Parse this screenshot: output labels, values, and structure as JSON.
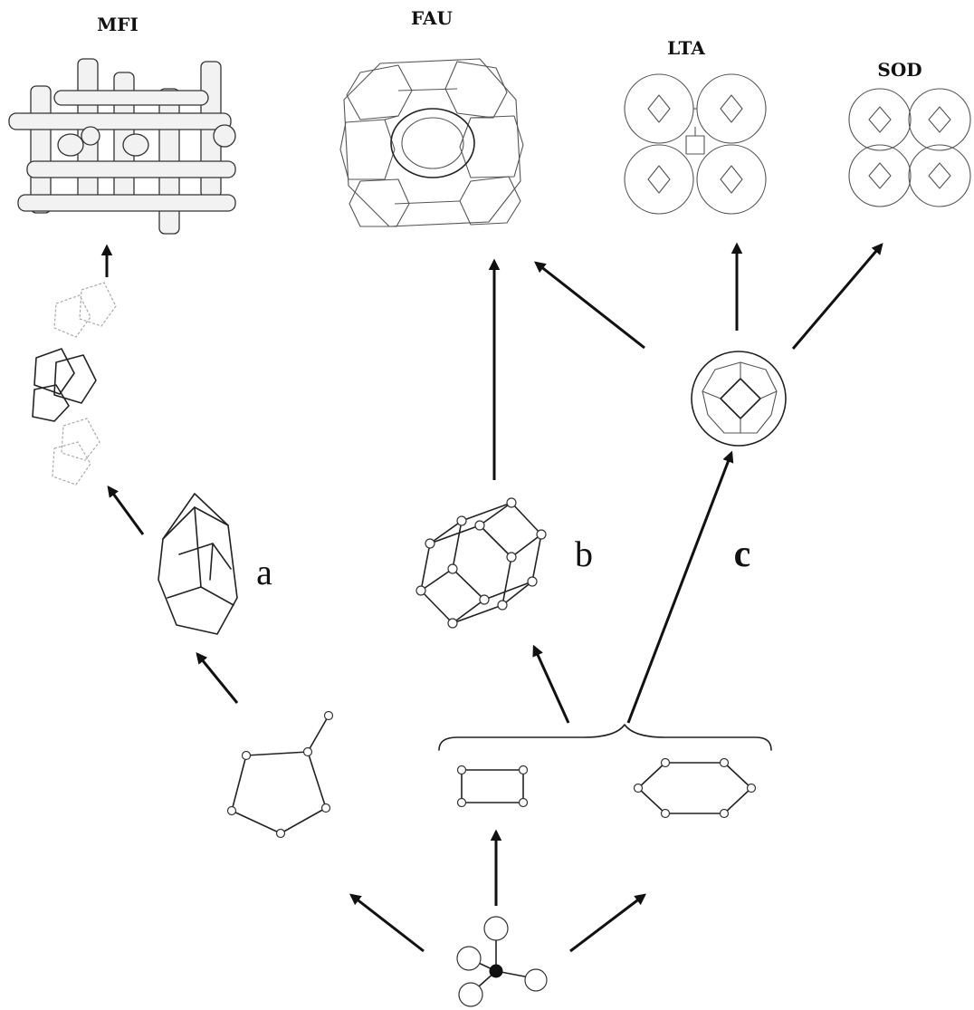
{
  "framework_labels": {
    "mfi": "MFI",
    "fau": "FAU",
    "lta": "LTA",
    "sod": "SOD"
  },
  "unit_labels": {
    "a": "a",
    "b": "b",
    "c": "c"
  }
}
